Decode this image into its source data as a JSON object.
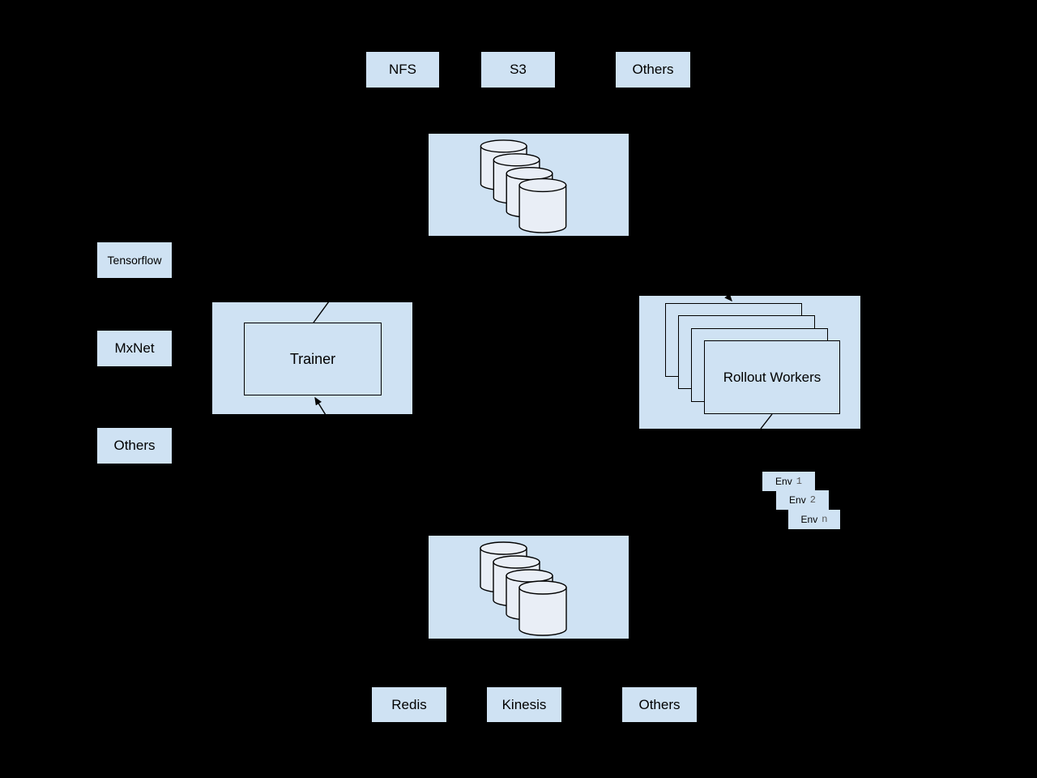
{
  "colors": {
    "background": "#000000",
    "box_fill": "#cfe2f3",
    "cylinder_fill": "#e9eef6",
    "outline": "#000000",
    "text": "#000000",
    "muted_text": "#555555"
  },
  "top_storage_options": [
    {
      "label": "NFS"
    },
    {
      "label": "S3"
    },
    {
      "label": "Others"
    }
  ],
  "frameworks": [
    {
      "label": "Tensorflow"
    },
    {
      "label": "MxNet"
    },
    {
      "label": "Others"
    }
  ],
  "trainer": {
    "label": "Trainer"
  },
  "rollout_workers": {
    "label": "Rollout Workers"
  },
  "environments": [
    {
      "name": "Env",
      "index": "1"
    },
    {
      "name": "Env",
      "index": "2"
    },
    {
      "name": "Env",
      "index": "n"
    }
  ],
  "bottom_storage_options": [
    {
      "label": "Redis"
    },
    {
      "label": "Kinesis"
    },
    {
      "label": "Others"
    }
  ]
}
